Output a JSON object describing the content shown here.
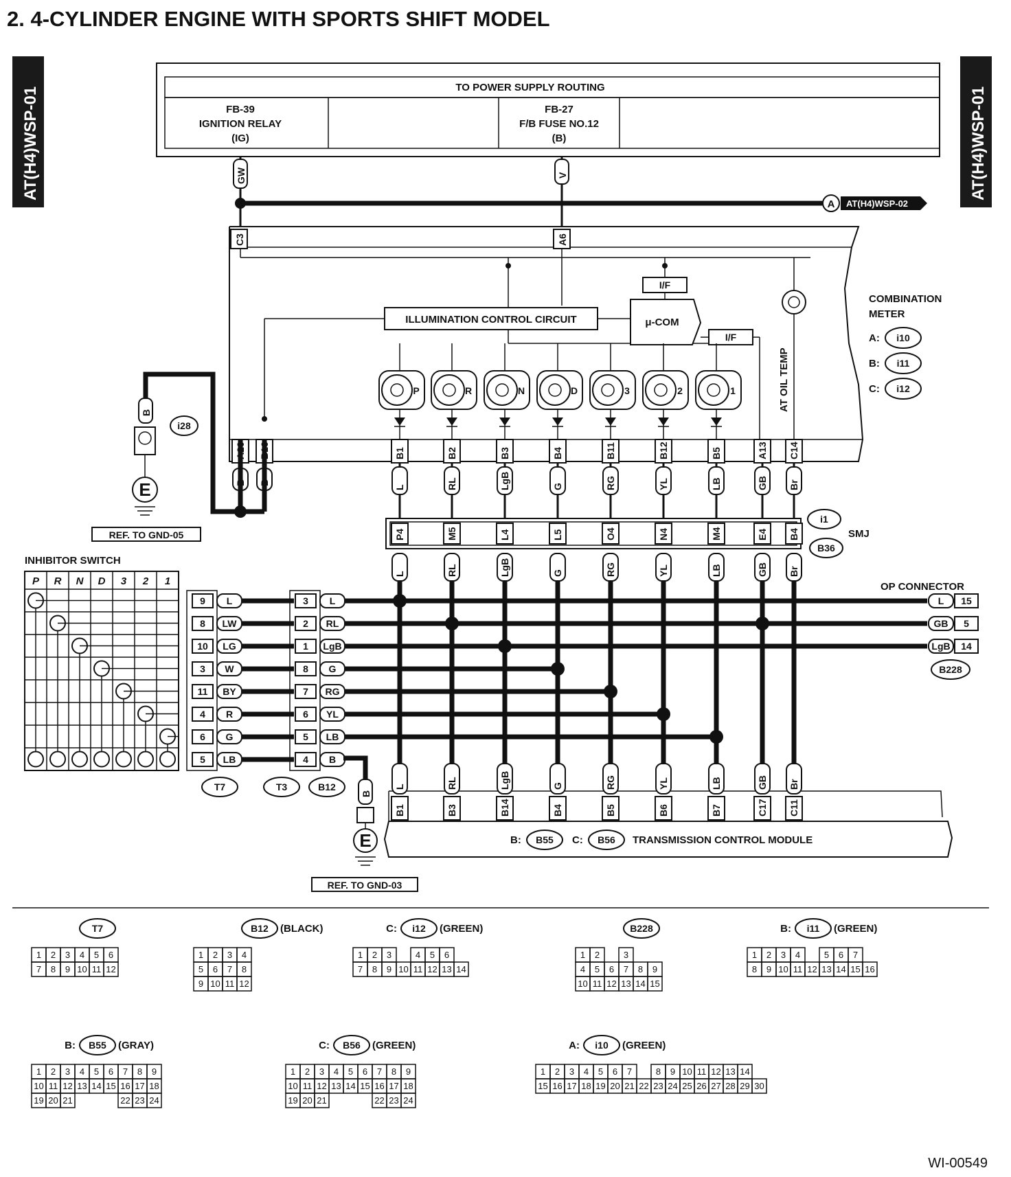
{
  "title": "2. 4-CYLINDER ENGINE WITH SPORTS SHIFT MODEL",
  "side_tag": "AT(H4)WSP-01",
  "footer_code": "WI-00549",
  "power": {
    "header": "TO POWER SUPPLY ROUTING",
    "ign": {
      "code": "FB-39",
      "name": "IGNITION RELAY",
      "sub": "(IG)",
      "wire": "GW",
      "pin": "C3"
    },
    "fuse": {
      "code": "FB-27",
      "name": "F/B FUSE NO.12",
      "sub": "(B)",
      "wire": "V",
      "pin": "A6"
    },
    "link": {
      "letter": "A",
      "ref": "AT(H4)WSP-02"
    }
  },
  "meter": {
    "title_1": "COMBINATION",
    "title_2": "METER",
    "conn_a_prefix": "A:",
    "conn_a": "i10",
    "conn_b_prefix": "B:",
    "conn_b": "i11",
    "conn_c_prefix": "C:",
    "conn_c": "i12",
    "illum": "ILLUMINATION CONTROL CIRCUIT",
    "ucom": "μ-COM",
    "if1": "I/F",
    "if2": "I/F",
    "oil_temp": "AT OIL TEMP",
    "lamps": [
      "P",
      "R",
      "N",
      "D",
      "3",
      "2",
      "1"
    ]
  },
  "ground1": {
    "wire": "B",
    "conn": "i28",
    "ref": "REF. TO GND-05",
    "e": "E",
    "pins": [
      "A20",
      "B16"
    ],
    "pin_wires": [
      "B",
      "B"
    ]
  },
  "ground2": {
    "wire": "B",
    "ref": "REF. TO GND-03",
    "e": "E"
  },
  "meter_pins": [
    "B1",
    "B2",
    "B3",
    "B4",
    "B11",
    "B12",
    "B5",
    "A13",
    "C14"
  ],
  "meter_wires": [
    "L",
    "RL",
    "LgB",
    "G",
    "RG",
    "YL",
    "LB",
    "GB",
    "Br"
  ],
  "smj": {
    "name": "SMJ",
    "conn1": "i1",
    "conn2": "B36",
    "pins": [
      "P4",
      "M5",
      "L4",
      "L5",
      "O4",
      "N4",
      "M4",
      "E4",
      "B4"
    ]
  },
  "inhibitor": {
    "title": "INHIBITOR SWITCH",
    "headers": [
      "P",
      "R",
      "N",
      "D",
      "3",
      "2",
      "1"
    ],
    "t7_pins": [
      "9",
      "8",
      "10",
      "3",
      "11",
      "4",
      "6",
      "5"
    ],
    "t7_wires": [
      "L",
      "LW",
      "LG",
      "W",
      "BY",
      "R",
      "G",
      "LB"
    ],
    "b12_pins": [
      "3",
      "2",
      "1",
      "8",
      "7",
      "6",
      "5",
      "4"
    ],
    "b12_wires": [
      "L",
      "RL",
      "LgB",
      "G",
      "RG",
      "YL",
      "LB",
      "B"
    ],
    "conn_t7": "T7",
    "conn_t3": "T3",
    "conn_b12": "B12"
  },
  "op_connector": {
    "title": "OP CONNECTOR",
    "wires": [
      "L",
      "GB",
      "LgB"
    ],
    "pins": [
      "15",
      "5",
      "14"
    ],
    "conn": "B228"
  },
  "tcm": {
    "name": "TRANSMISSION CONTROL MODULE",
    "b_prefix": "B:",
    "b_conn": "B55",
    "c_prefix": "C:",
    "c_conn": "B56",
    "pins": [
      "B1",
      "B3",
      "B14",
      "B4",
      "B5",
      "B6",
      "B7",
      "C17",
      "C11"
    ],
    "wires": [
      "L",
      "RL",
      "LgB",
      "G",
      "RG",
      "YL",
      "LB",
      "GB",
      "Br"
    ]
  },
  "connector_faces": [
    {
      "prefix": "",
      "id": "T7",
      "color": "",
      "rows": [
        [
          "1",
          "2",
          "3",
          "4",
          "5",
          "6"
        ],
        [
          "7",
          "8",
          "9",
          "10",
          "11",
          "12"
        ]
      ]
    },
    {
      "prefix": "",
      "id": "B12",
      "color": "(BLACK)",
      "rows": [
        [
          "1",
          "2",
          "3",
          "4"
        ],
        [
          "5",
          "6",
          "7",
          "8"
        ],
        [
          "9",
          "10",
          "11",
          "12"
        ]
      ]
    },
    {
      "prefix": "C:",
      "id": "i12",
      "color": "(GREEN)",
      "rows": [
        [
          "1",
          "2",
          "3",
          "",
          "4",
          "5",
          "6"
        ],
        [
          "7",
          "8",
          "9",
          "10",
          "11",
          "12",
          "13",
          "14"
        ]
      ]
    },
    {
      "prefix": "",
      "id": "B228",
      "color": "",
      "rows": [
        [
          "1",
          "2",
          "",
          "3"
        ],
        [
          "4",
          "5",
          "6",
          "7",
          "8",
          "9"
        ],
        [
          "10",
          "11",
          "12",
          "13",
          "14",
          "15"
        ]
      ]
    },
    {
      "prefix": "B:",
      "id": "i11",
      "color": "(GREEN)",
      "rows": [
        [
          "1",
          "2",
          "3",
          "4",
          "",
          "5",
          "6",
          "7"
        ],
        [
          "8",
          "9",
          "10",
          "11",
          "12",
          "13",
          "14",
          "15",
          "16"
        ]
      ]
    },
    {
      "prefix": "B:",
      "id": "B55",
      "color": "(GRAY)",
      "rows": [
        [
          "1",
          "2",
          "3",
          "4",
          "5",
          "6",
          "7",
          "8",
          "9"
        ],
        [
          "10",
          "11",
          "12",
          "13",
          "14",
          "15",
          "16",
          "17",
          "18"
        ],
        [
          "19",
          "20",
          "21",
          "",
          "",
          "",
          "22",
          "23",
          "24"
        ]
      ]
    },
    {
      "prefix": "C:",
      "id": "B56",
      "color": "(GREEN)",
      "rows": [
        [
          "1",
          "2",
          "3",
          "4",
          "5",
          "6",
          "7",
          "8",
          "9"
        ],
        [
          "10",
          "11",
          "12",
          "13",
          "14",
          "15",
          "16",
          "17",
          "18"
        ],
        [
          "19",
          "20",
          "21",
          "",
          "",
          "",
          "22",
          "23",
          "24"
        ]
      ]
    },
    {
      "prefix": "A:",
      "id": "i10",
      "color": "(GREEN)",
      "rows": [
        [
          "1",
          "2",
          "3",
          "4",
          "5",
          "6",
          "7",
          "",
          "8",
          "9",
          "10",
          "11",
          "12",
          "13",
          "14"
        ],
        [
          "15",
          "16",
          "17",
          "18",
          "19",
          "20",
          "21",
          "22",
          "23",
          "24",
          "25",
          "26",
          "27",
          "28",
          "29",
          "30"
        ]
      ]
    }
  ]
}
